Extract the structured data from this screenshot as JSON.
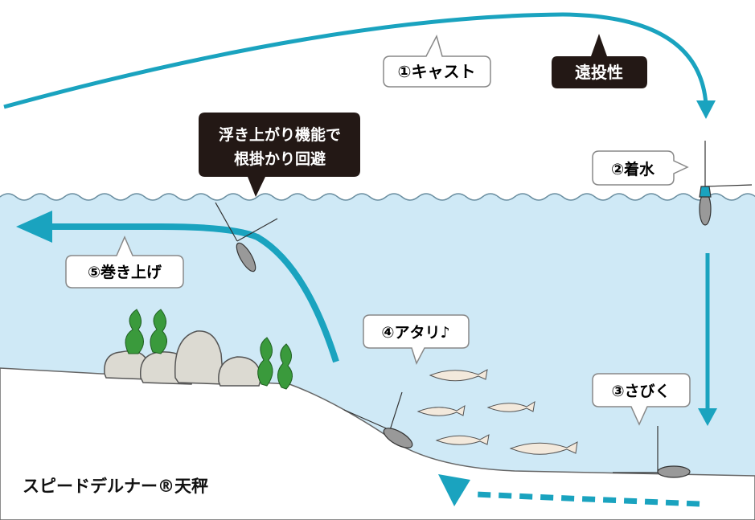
{
  "labels": {
    "cast": "①キャスト",
    "distance": "遠投性",
    "float_line1": "浮き上がり機能で",
    "float_line2": "根掛かり回避",
    "landing": "②着水",
    "reel": "⑤巻き上げ",
    "bite": "④アタリ♪",
    "drag": "③さびく",
    "product": "スピードデルナー®天秤"
  },
  "colors": {
    "water": "#cfe9f6",
    "arrow": "#1aa3bf",
    "dark_callout": "#231815",
    "seaweed": "#3a9a3c",
    "rock": "#dcdad2"
  }
}
